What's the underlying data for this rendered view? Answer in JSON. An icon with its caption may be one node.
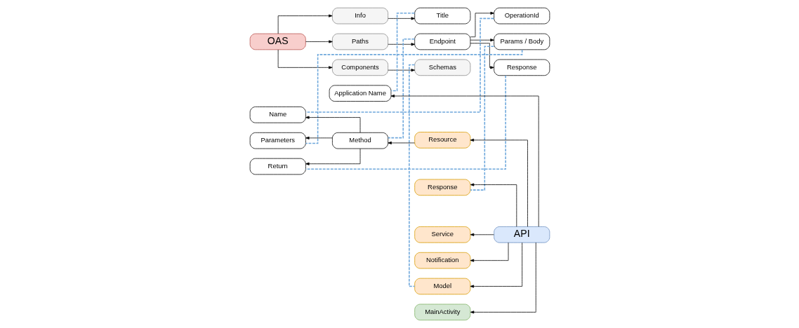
{
  "diagram": {
    "nodes": [
      {
        "text": [
          "OAS"
        ]
      },
      {
        "text": [
          "Info"
        ]
      },
      {
        "text": [
          "Paths"
        ]
      },
      {
        "text": [
          "Components"
        ]
      },
      {
        "text": [
          "Title"
        ]
      },
      {
        "text": [
          "Endpoint"
        ]
      },
      {
        "text": [
          "Schemas"
        ]
      },
      {
        "text": [
          "OperationId"
        ]
      },
      {
        "text": [
          "Params / Body"
        ]
      },
      {
        "text": [
          "Response"
        ]
      },
      {
        "text": [
          "API"
        ]
      },
      {
        "text": [
          "Application Name"
        ]
      },
      {
        "text": [
          "Method"
        ]
      },
      {
        "text": [
          "Name"
        ]
      },
      {
        "text": [
          "Parameters"
        ]
      },
      {
        "text": [
          "Return"
        ]
      },
      {
        "text": [
          "Resource"
        ]
      },
      {
        "text": [
          "Response"
        ]
      },
      {
        "text": [
          "Service"
        ]
      },
      {
        "text": [
          "Notification"
        ]
      },
      {
        "text": [
          "Model"
        ]
      },
      {
        "text": [
          "MainActivity"
        ]
      }
    ],
    "edges": [
      {
        "from": 0,
        "to": 1,
        "arrow": "to"
      },
      {
        "from": 0,
        "to": 2,
        "arrow": "to"
      },
      {
        "from": 0,
        "to": 3,
        "arrow": "to"
      },
      {
        "from": 1,
        "to": 4,
        "arrow": "to"
      },
      {
        "from": 2,
        "to": 5,
        "arrow": "to"
      },
      {
        "from": 3,
        "to": 6,
        "arrow": "to"
      },
      {
        "from": 5,
        "to": 7,
        "arrow": "to"
      },
      {
        "from": 5,
        "to": 8,
        "arrow": "to"
      },
      {
        "from": 5,
        "to": 9,
        "arrow": "to"
      },
      {
        "from": 4,
        "to": 11,
        "arrow": "none",
        "style": "dashed",
        "color": "#6fa8dc"
      },
      {
        "from": 5,
        "to": 12,
        "arrow": "none",
        "style": "dashed",
        "color": "#6fa8dc"
      },
      {
        "from": 7,
        "to": 13,
        "arrow": "none",
        "style": "dashed",
        "color": "#6fa8dc"
      },
      {
        "from": 8,
        "to": 14,
        "arrow": "none",
        "style": "dashed",
        "color": "#6fa8dc"
      },
      {
        "from": 9,
        "to": 15,
        "arrow": "none",
        "style": "dashed",
        "color": "#6fa8dc"
      },
      {
        "from": 8,
        "to": 17,
        "arrow": "none",
        "style": "dashed",
        "color": "#6fa8dc"
      },
      {
        "from": 6,
        "to": 20,
        "arrow": "none",
        "style": "dashed",
        "color": "#6fa8dc"
      },
      {
        "from": 10,
        "to": 11,
        "arrow": "to"
      },
      {
        "from": 10,
        "to": 16,
        "arrow": "to"
      },
      {
        "from": 10,
        "to": 17,
        "arrow": "to"
      },
      {
        "from": 10,
        "to": 18,
        "arrow": "to"
      },
      {
        "from": 10,
        "to": 19,
        "arrow": "to"
      },
      {
        "from": 10,
        "to": 20,
        "arrow": "to"
      },
      {
        "from": 10,
        "to": 21,
        "arrow": "to"
      },
      {
        "from": 16,
        "to": 12,
        "arrow": "to"
      },
      {
        "from": 12,
        "to": 13,
        "arrow": "to"
      },
      {
        "from": 12,
        "to": 14,
        "arrow": "to"
      },
      {
        "from": 12,
        "to": 15,
        "arrow": "to"
      }
    ]
  }
}
